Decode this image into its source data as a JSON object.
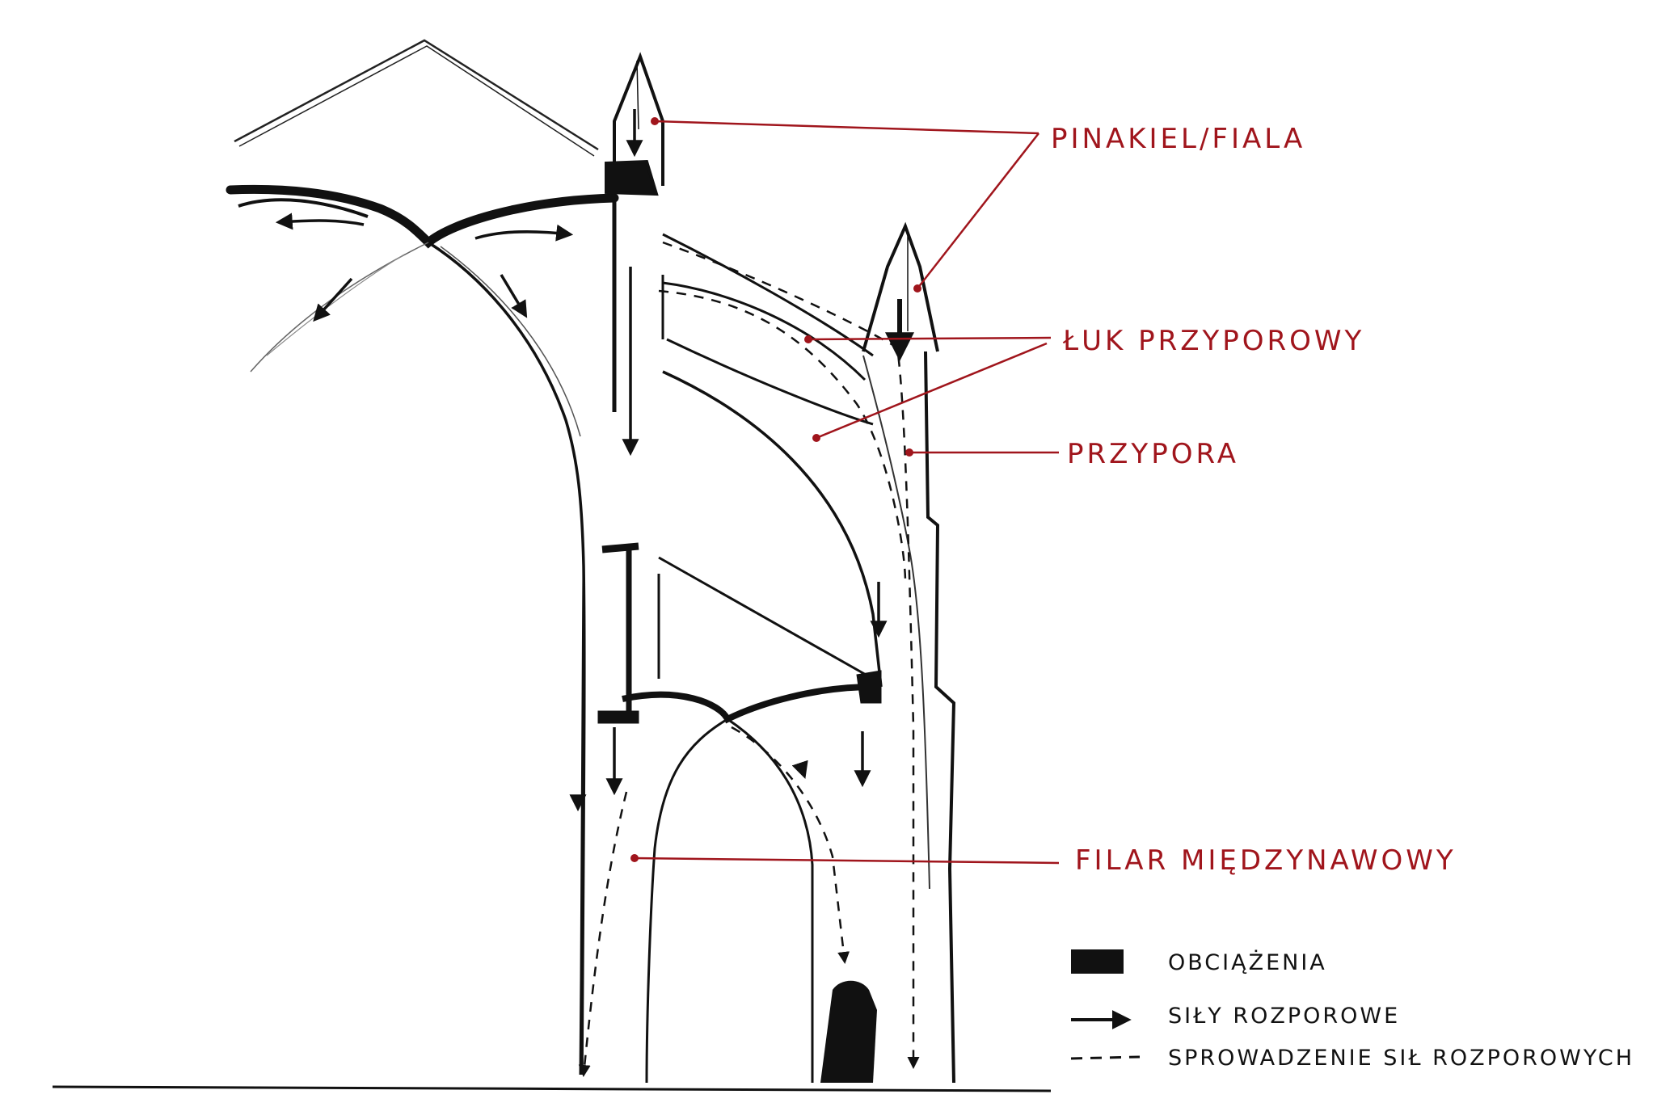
{
  "labels": {
    "pinnacle": "PINAKIEL/FIALA",
    "flying_buttress": "ŁUK PRZYPOROWY",
    "buttress": "PRZYPORA",
    "pier": "FILAR MIĘDZYNAWOWY"
  },
  "legend": {
    "loads": "OBCIĄŻENIA",
    "thrust_forces": "SIŁY ROZPOROWE",
    "thrust_transfer": "SPROWADZENIE SIŁ ROZPOROWYCH"
  },
  "colors": {
    "label": "#a0151c",
    "ink": "#111111",
    "background": "#ffffff"
  }
}
